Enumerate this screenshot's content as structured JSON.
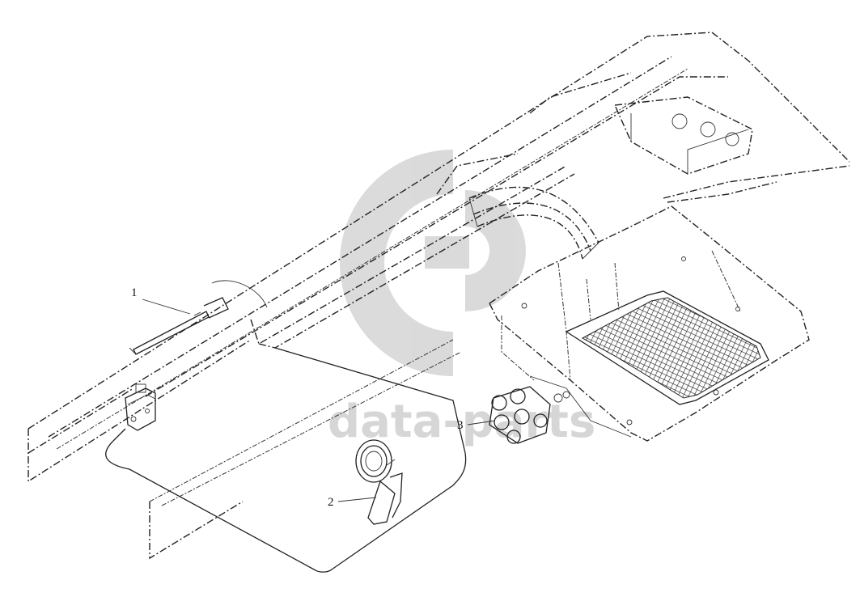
{
  "watermark": {
    "text": "data-parts",
    "color": "#c8c8c8"
  },
  "callouts": [
    {
      "number": "1"
    },
    {
      "number": "2"
    },
    {
      "number": "3"
    }
  ]
}
